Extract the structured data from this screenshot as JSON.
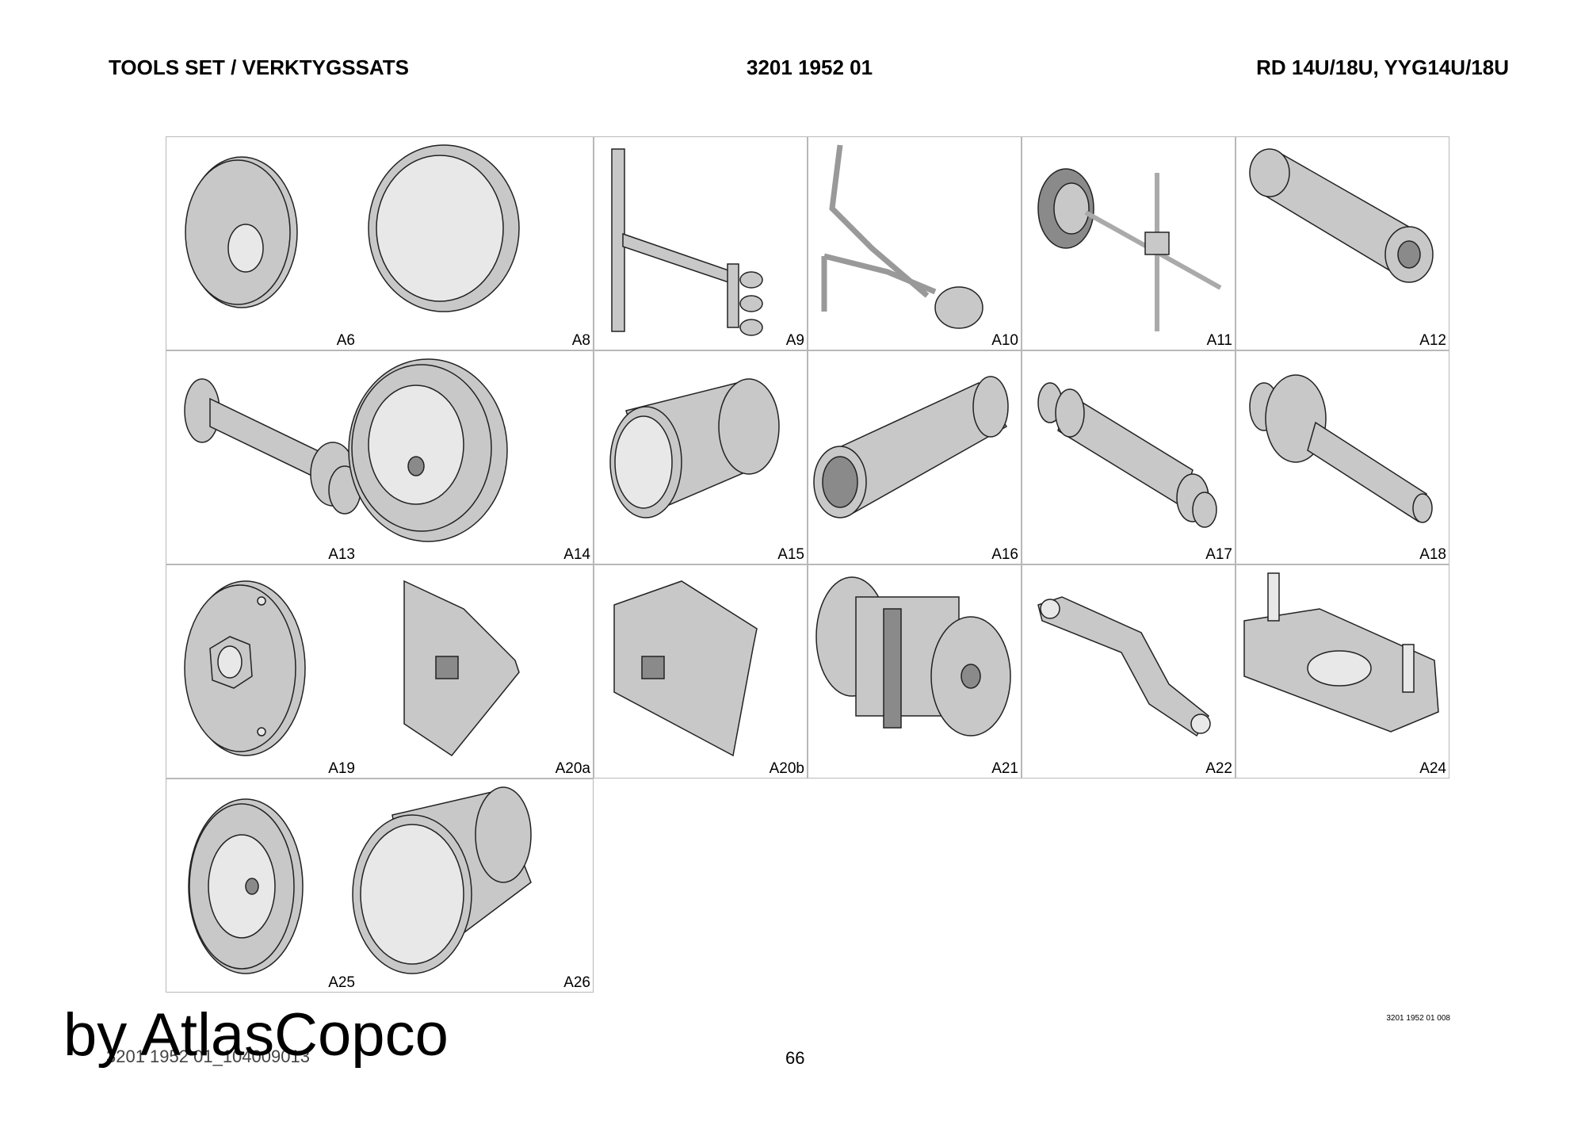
{
  "header": {
    "left": "TOOLS SET / VERKTYGSSATS",
    "center": "3201 1952 01",
    "right": "RD 14U/18U, YYG14U/18U"
  },
  "tools": {
    "a6": "A6",
    "a8": "A8",
    "a9": "A9",
    "a10": "A10",
    "a11": "A11",
    "a12": "A12",
    "a13": "A13",
    "a14": "A14",
    "a15": "A15",
    "a16": "A16",
    "a17": "A17",
    "a18": "A18",
    "a19": "A19",
    "a20a": "A20a",
    "a20b": "A20b",
    "a21": "A21",
    "a22": "A22",
    "a24": "A24",
    "a25": "A25",
    "a26": "A26"
  },
  "footer": {
    "figure_ref": "3201 1952 01 008",
    "doc_id": "3201 1952 01_104009013",
    "page_number": "66",
    "watermark": "by AtlasCopco"
  }
}
